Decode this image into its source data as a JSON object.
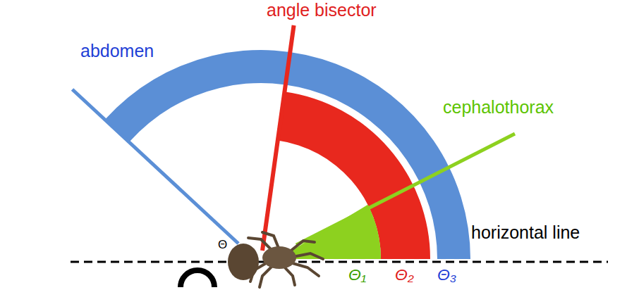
{
  "diagram": {
    "labels": [
      "angle bisector",
      "abdomen",
      "cephalothorax",
      "horizontal line",
      "Θ",
      "Θ₁",
      "Θ₂",
      "Θ₃"
    ]
  }
}
